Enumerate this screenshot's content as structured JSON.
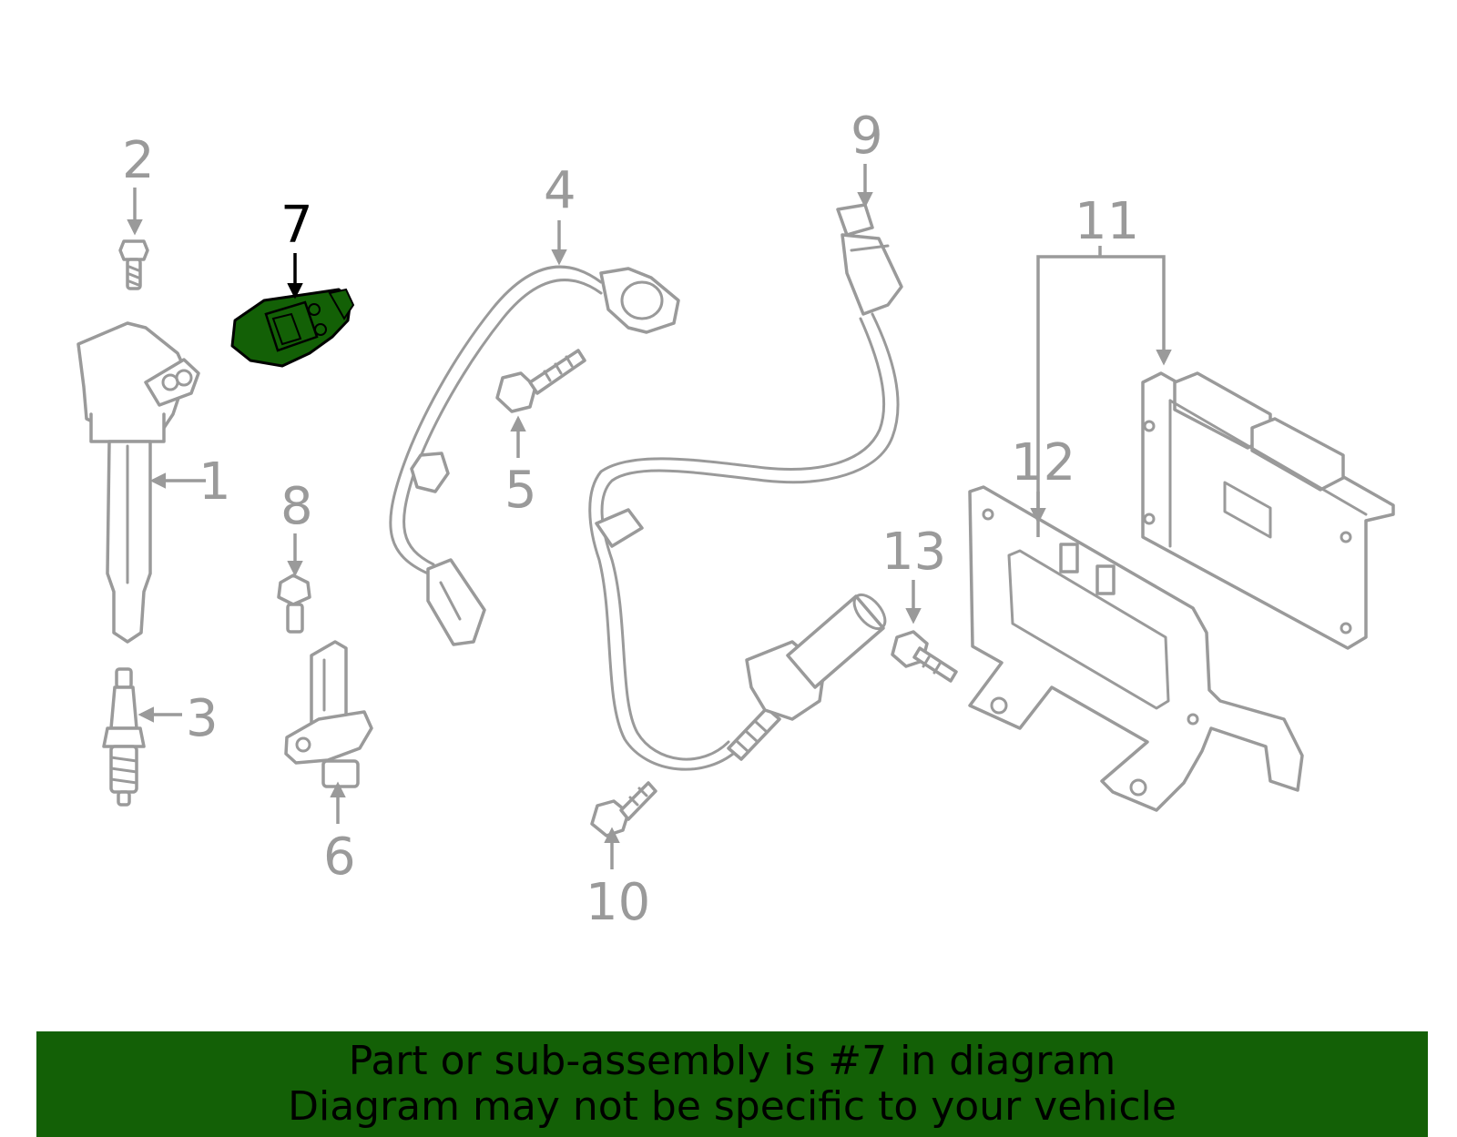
{
  "diagram": {
    "callouts": [
      "1",
      "2",
      "3",
      "4",
      "5",
      "6",
      "7",
      "8",
      "9",
      "10",
      "11",
      "12",
      "13"
    ],
    "selected_callout": "7",
    "colors": {
      "part": "#9a9a9a",
      "highlight": "#136006",
      "selected_label": "#000000"
    }
  },
  "banner": {
    "line1": "Part or sub-assembly is #7 in diagram",
    "line2": "Diagram may not be specific to your vehicle"
  }
}
